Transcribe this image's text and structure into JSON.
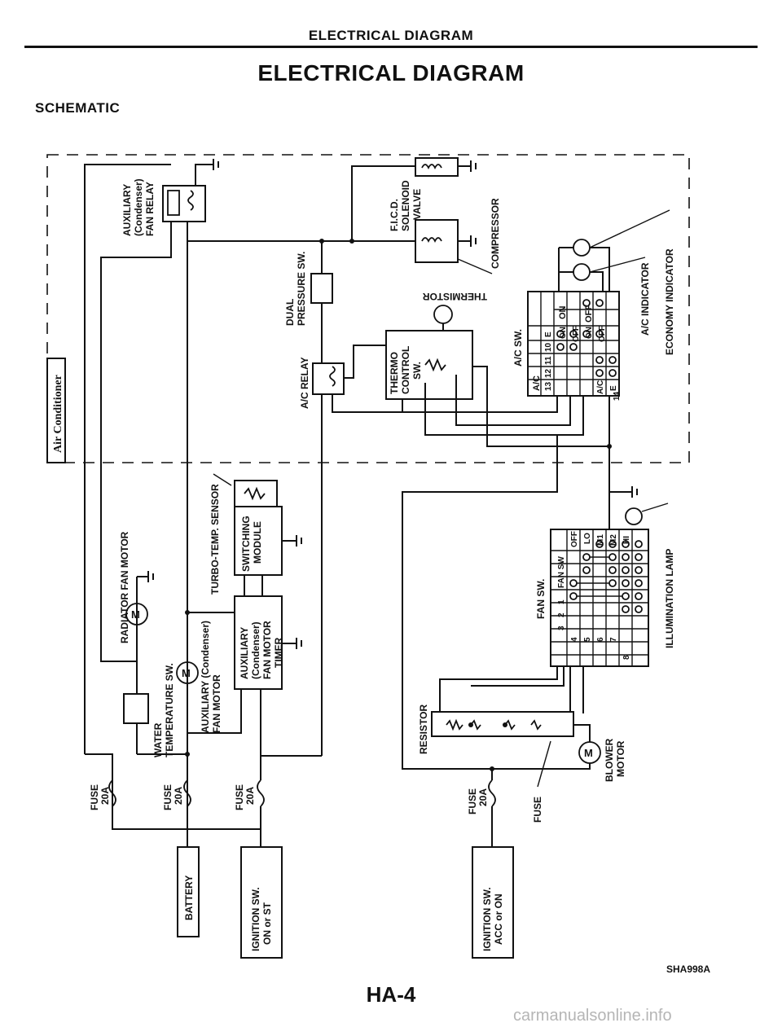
{
  "header": {
    "running_head": "ELECTRICAL DIAGRAM",
    "title": "ELECTRICAL DIAGRAM",
    "section": "SCHEMATIC"
  },
  "diagram": {
    "region_label": "Air Conditioner",
    "components": {
      "aux_relay": "AUXILIARY (Condenser) FAN RELAY",
      "aux_relay_l1": "AUXILIARY",
      "aux_relay_l2": "(Condenser)",
      "aux_relay_l3": "FAN RELAY",
      "radiator_fan": "RADIATOR FAN MOTOR",
      "water_temp_l1": "WATER",
      "water_temp_l2": "TEMPERATURE SW.",
      "aux_fan_motor_l1": "AUXILIARY (Condenser)",
      "aux_fan_motor_l2": "FAN MOTOR",
      "turbo_sensor": "TURBO-TEMP. SENSOR",
      "switching_l1": "SWITCHING",
      "switching_l2": "MODULE",
      "timer_l1": "AUXILIARY",
      "timer_l2": "(Condenser)",
      "timer_l3": "FAN MOTOR",
      "timer_l4": "TIMER",
      "dual_l1": "DUAL",
      "dual_l2": "PRESSURE SW.",
      "ac_relay": "A/C RELAY",
      "thermo_l1": "THERMO",
      "thermo_l2": "CONTROL",
      "thermo_l3": "SW.",
      "thermistor": "THERMISTOR",
      "ficd_l1": "F.I.C.D.",
      "ficd_l2": "SOLENOID",
      "ficd_l3": "VALVE",
      "compressor": "COMPRESSOR",
      "ac_sw": "A/C SW.",
      "ac_indicator": "A/C INDICATOR",
      "economy_indicator": "ECONOMY INDICATOR",
      "fan_sw": "FAN SW.",
      "illumination_lamp": "ILLUMINATION LAMP",
      "resistor": "RESISTOR",
      "blower_l1": "BLOWER",
      "blower_l2": "MOTOR",
      "fuse_generic": "FUSE",
      "battery": "BATTERY",
      "ign1_l1": "IGNITION SW.",
      "ign1_l2": "ON or ST",
      "ign2_l1": "IGNITION SW.",
      "ign2_l2": "ACC or ON",
      "motor_symbol": "M"
    },
    "fuses": [
      {
        "label": "FUSE",
        "rating": "20A"
      },
      {
        "label": "FUSE",
        "rating": "20A"
      },
      {
        "label": "FUSE",
        "rating": "20A"
      },
      {
        "label": "FUSE",
        "rating": "20A"
      }
    ],
    "ac_switch_table": {
      "head_positions": [
        "A/C",
        "ON",
        "OFF"
      ],
      "head_sub": [
        "ON",
        "OFF",
        "ON",
        "OFF"
      ],
      "rows": [
        "E",
        "10",
        "11",
        "12",
        "13",
        "14"
      ],
      "sub_labels": [
        "A/C",
        "E"
      ]
    },
    "fan_switch_table": {
      "head": [
        "FAN SW",
        "OFF",
        "LO",
        "M1",
        "M2",
        "HI"
      ],
      "rows": [
        "1",
        "2",
        "3",
        "4",
        "5",
        "6",
        "7",
        "8"
      ]
    }
  },
  "footer": {
    "figure_code": "SHA998A",
    "page_number": "HA-4",
    "watermark": "carmanualsonline.info"
  }
}
